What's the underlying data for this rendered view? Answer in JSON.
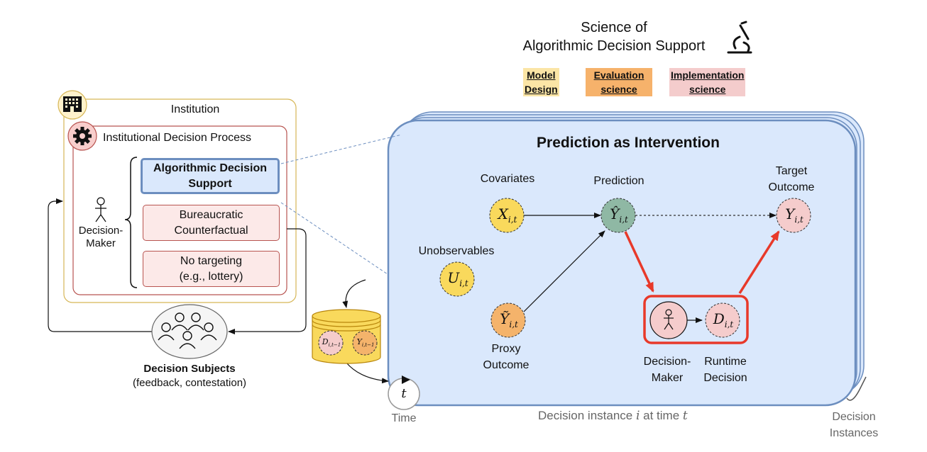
{
  "header": {
    "title_line1": "Science of",
    "title_line2": "Algorithmic Decision Support",
    "icon": "microscope-icon"
  },
  "disciplines": [
    {
      "label_line1": "Model",
      "label_line2": "Design",
      "color": "#fbe5a6"
    },
    {
      "label_line1": "Evaluation",
      "label_line2": "science",
      "color": "#f6b26b"
    },
    {
      "label_line1": "Implementation",
      "label_line2": "science",
      "color": "#f4cccc"
    }
  ],
  "institution": {
    "title": "Institution",
    "icon": "building-icon",
    "process_title": "Institutional Decision Process",
    "process_icon": "gear-icon",
    "decision_maker_line1": "Decision-",
    "decision_maker_line2": "Maker",
    "options": [
      {
        "line1": "Algorithmic Decision",
        "line2": "Support"
      },
      {
        "line1": "Bureaucratic",
        "line2": "Counterfactual"
      },
      {
        "line1": "No targeting",
        "line2": "(e.g., lottery)"
      }
    ]
  },
  "subjects": {
    "title": "Decision Subjects",
    "subtitle": "(feedback, contestation)",
    "icon": "people-group-icon"
  },
  "database": {
    "item1": "D",
    "item1_sub": "i,t−1",
    "item2": "Y",
    "item2_sub": "i,t−1"
  },
  "time": {
    "symbol": "t",
    "label": "Time"
  },
  "panel": {
    "title": "Prediction as Intervention",
    "footer_prefix": "Decision instance ",
    "footer_i": "i",
    "footer_mid": " at time ",
    "footer_t": "t",
    "stack_label_line1": "Decision",
    "stack_label_line2": "Instances",
    "nodes": {
      "covariates": {
        "label": "Covariates",
        "symbol": "X",
        "sub": "i,t",
        "color": "#f9d95c"
      },
      "prediction": {
        "label": "Prediction",
        "symbol": "Ŷ",
        "sub": "i,t",
        "color": "#8fb8a4"
      },
      "target": {
        "label_line1": "Target",
        "label_line2": "Outcome",
        "symbol": "Y",
        "sub": "i,t",
        "color": "#f5cccc"
      },
      "unobservables": {
        "label": "Unobservables",
        "symbol": "U",
        "sub": "i,t",
        "color": "#f9d95c"
      },
      "proxy": {
        "label_line1": "Proxy",
        "label_line2": "Outcome",
        "symbol": "Ỹ",
        "sub": "i,t",
        "color": "#f4b36b"
      },
      "decision": {
        "label_line1": "Runtime",
        "label_line2": "Decision",
        "symbol": "D",
        "sub": "i,t",
        "color": "#f5cccc"
      },
      "decision_maker": {
        "label_line1": "Decision-",
        "label_line2": "Maker",
        "color": "#f5cccc"
      }
    }
  }
}
